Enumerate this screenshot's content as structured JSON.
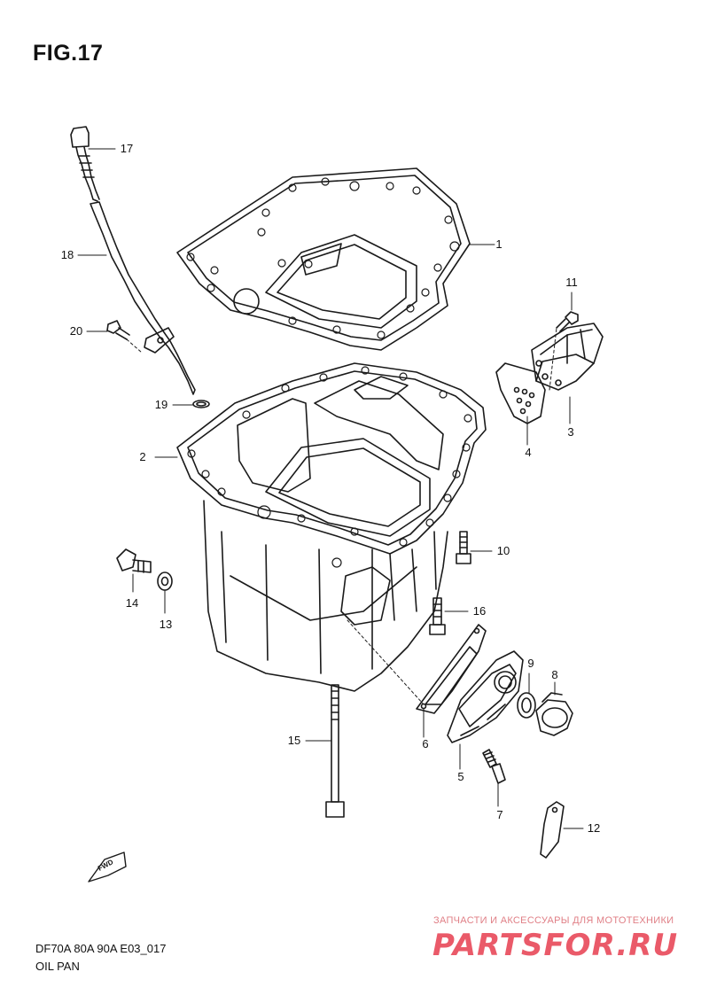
{
  "title": "FIG.17",
  "callouts": [
    {
      "id": "1",
      "label": "1"
    },
    {
      "id": "2",
      "label": "2"
    },
    {
      "id": "3",
      "label": "3"
    },
    {
      "id": "4",
      "label": "4"
    },
    {
      "id": "5",
      "label": "5"
    },
    {
      "id": "6",
      "label": "6"
    },
    {
      "id": "7",
      "label": "7"
    },
    {
      "id": "8",
      "label": "8"
    },
    {
      "id": "9",
      "label": "9"
    },
    {
      "id": "10",
      "label": "10"
    },
    {
      "id": "11",
      "label": "11"
    },
    {
      "id": "12",
      "label": "12"
    },
    {
      "id": "13",
      "label": "13"
    },
    {
      "id": "14",
      "label": "14"
    },
    {
      "id": "15",
      "label": "15"
    },
    {
      "id": "16",
      "label": "16"
    },
    {
      "id": "17",
      "label": "17"
    },
    {
      "id": "18",
      "label": "18"
    },
    {
      "id": "19",
      "label": "19"
    },
    {
      "id": "20",
      "label": "20"
    }
  ],
  "fwd_label": "FWD",
  "footer": {
    "code": "DF70A 80A 90A E03_017",
    "name": "OIL PAN"
  },
  "watermark": {
    "tagline": "ЗАПЧАСТИ И АКСЕССУАРЫ ДЛЯ МОТОТЕХНИКИ",
    "brand": "PARTSFOR.RU",
    "color": "#ea5a69"
  }
}
